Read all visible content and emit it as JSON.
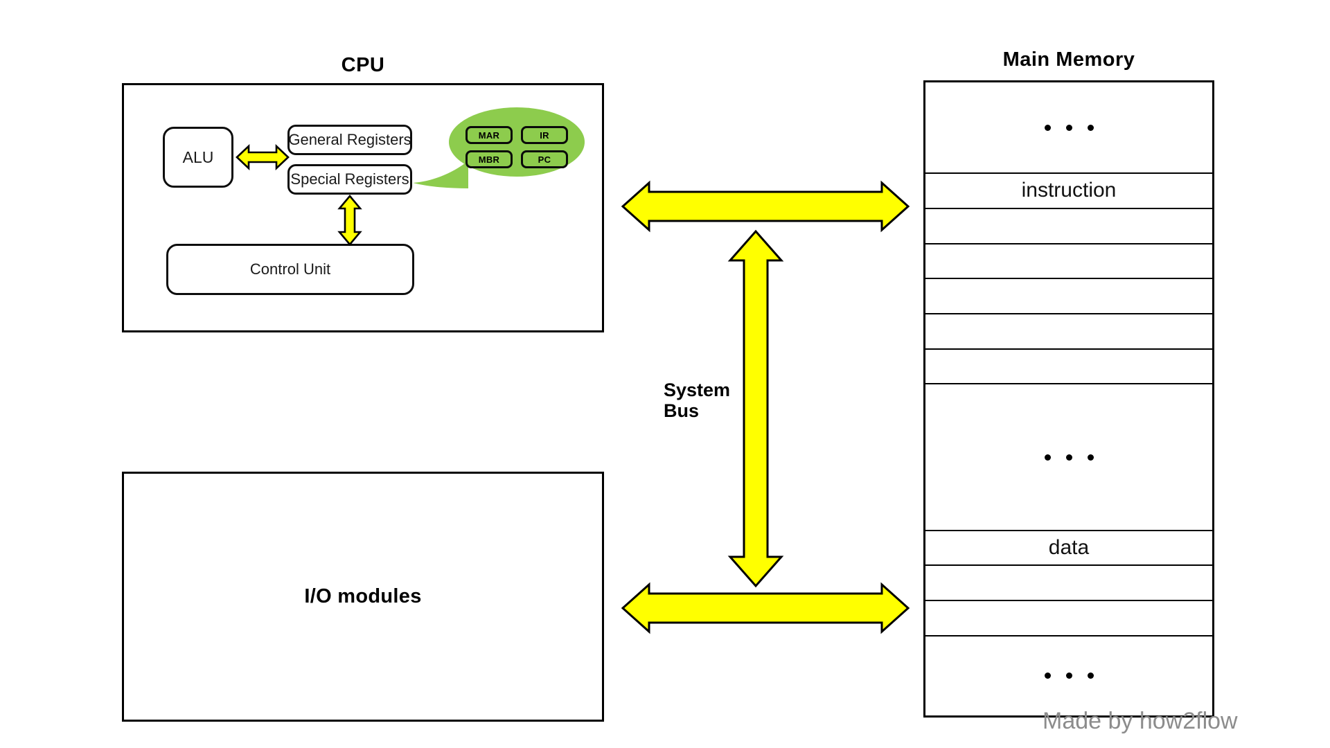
{
  "diagram": {
    "title_cpu": "CPU",
    "title_memory": "Main Memory",
    "watermark": "Made by how2flow"
  },
  "cpu": {
    "label": "CPU",
    "alu": "ALU",
    "general_registers": "General Registers",
    "special_registers": "Special Registers",
    "control_unit": "Control Unit",
    "callout_registers": [
      {
        "name": "MAR"
      },
      {
        "name": "IR"
      },
      {
        "name": "MBR"
      },
      {
        "name": "PC"
      }
    ]
  },
  "io": {
    "label": "I/O modules"
  },
  "bus": {
    "label_line1": "System",
    "label_line2": "Bus"
  },
  "memory": {
    "label": "Main Memory",
    "cells": [
      {
        "text": "",
        "type": "dots"
      },
      {
        "text": "instruction",
        "type": "text"
      },
      {
        "text": "",
        "type": "empty"
      },
      {
        "text": "",
        "type": "empty"
      },
      {
        "text": "",
        "type": "empty"
      },
      {
        "text": "",
        "type": "empty"
      },
      {
        "text": "",
        "type": "empty"
      },
      {
        "text": "",
        "type": "dots"
      },
      {
        "text": "data",
        "type": "text"
      },
      {
        "text": "",
        "type": "empty"
      },
      {
        "text": "",
        "type": "empty"
      },
      {
        "text": "",
        "type": "dots"
      }
    ]
  },
  "colors": {
    "arrow_yellow": "#ffff00",
    "arrow_stroke": "#000000",
    "callout_green": "#8dcc4d",
    "box_stroke": "#000000",
    "watermark_gray": "#8c8c8c"
  }
}
